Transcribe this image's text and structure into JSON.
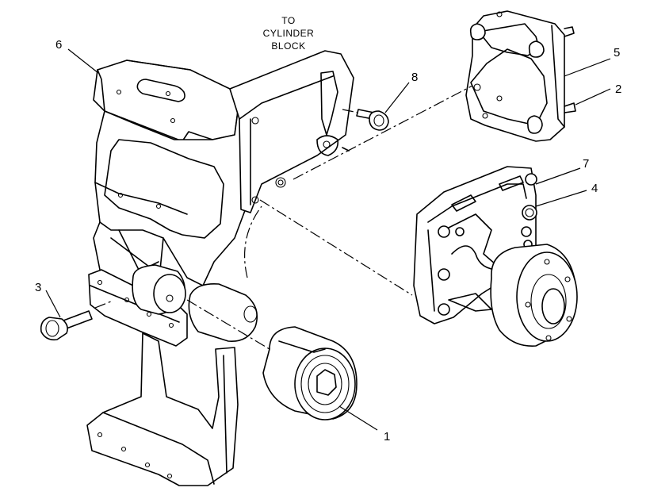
{
  "diagram": {
    "note_lines": [
      "TO",
      "CYLINDER",
      "BLOCK"
    ],
    "callouts": {
      "c1": "1",
      "c2": "2",
      "c3": "3",
      "c4": "4",
      "c5": "5",
      "c6": "6",
      "c7": "7",
      "c8": "8"
    }
  }
}
